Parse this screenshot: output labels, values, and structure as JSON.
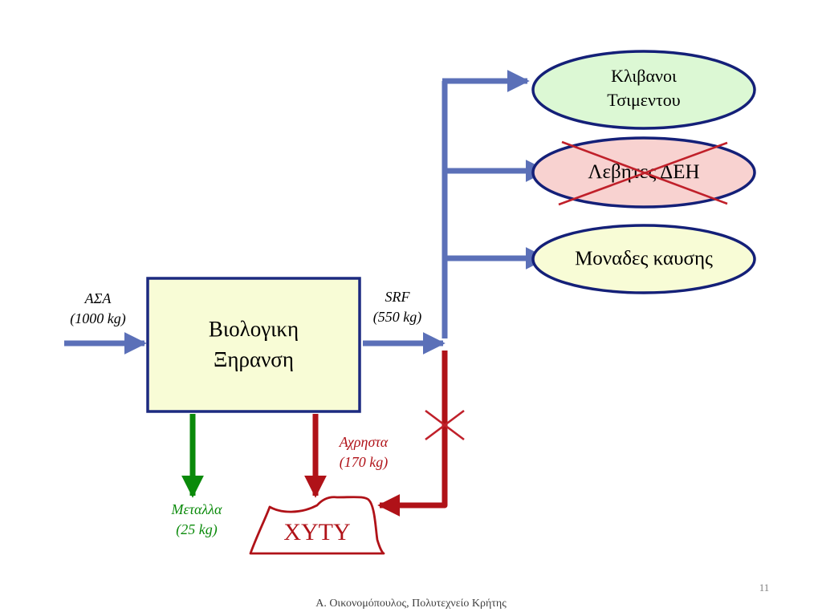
{
  "colors": {
    "arrow_blue": "#5b70b8",
    "arrow_green": "#0a8a0a",
    "arrow_red": "#b01218",
    "box_fill": "#f8fcd6",
    "box_border": "#1c2a80",
    "ellipse_fill_green": "#dcf8d4",
    "ellipse_fill_pink": "#f8d2d0",
    "ellipse_fill_yellow": "#f8fcd6",
    "ellipse_border": "#142078",
    "cross_red": "#c0202a",
    "landfill_border": "#b01218"
  },
  "input": {
    "name": "ΑΣΑ",
    "amount": "(1000 kg)"
  },
  "process": {
    "line1": "Βιολογικη",
    "line2": "Ξηρανση"
  },
  "output_srf": {
    "name": "SRF",
    "amount": "(550 kg)"
  },
  "destinations": {
    "cement_kilns_line1": "Κλιβανοι",
    "cement_kilns_line2": "Τσιμεντου",
    "ppc_boilers": "Λεβητες ΔΕΗ",
    "combustion_units": "Μοναδες καυσης"
  },
  "output_metals": {
    "name": "Μεταλλα",
    "amount": "(25 kg)"
  },
  "output_rejects": {
    "name": "Αχρηστα",
    "amount": "(170 kg)"
  },
  "landfill": {
    "label": "ΧΥΤΥ"
  },
  "page_number": "11",
  "footer": "Α. Οικονομόπουλος, Πολυτεχνείο Κρήτης"
}
